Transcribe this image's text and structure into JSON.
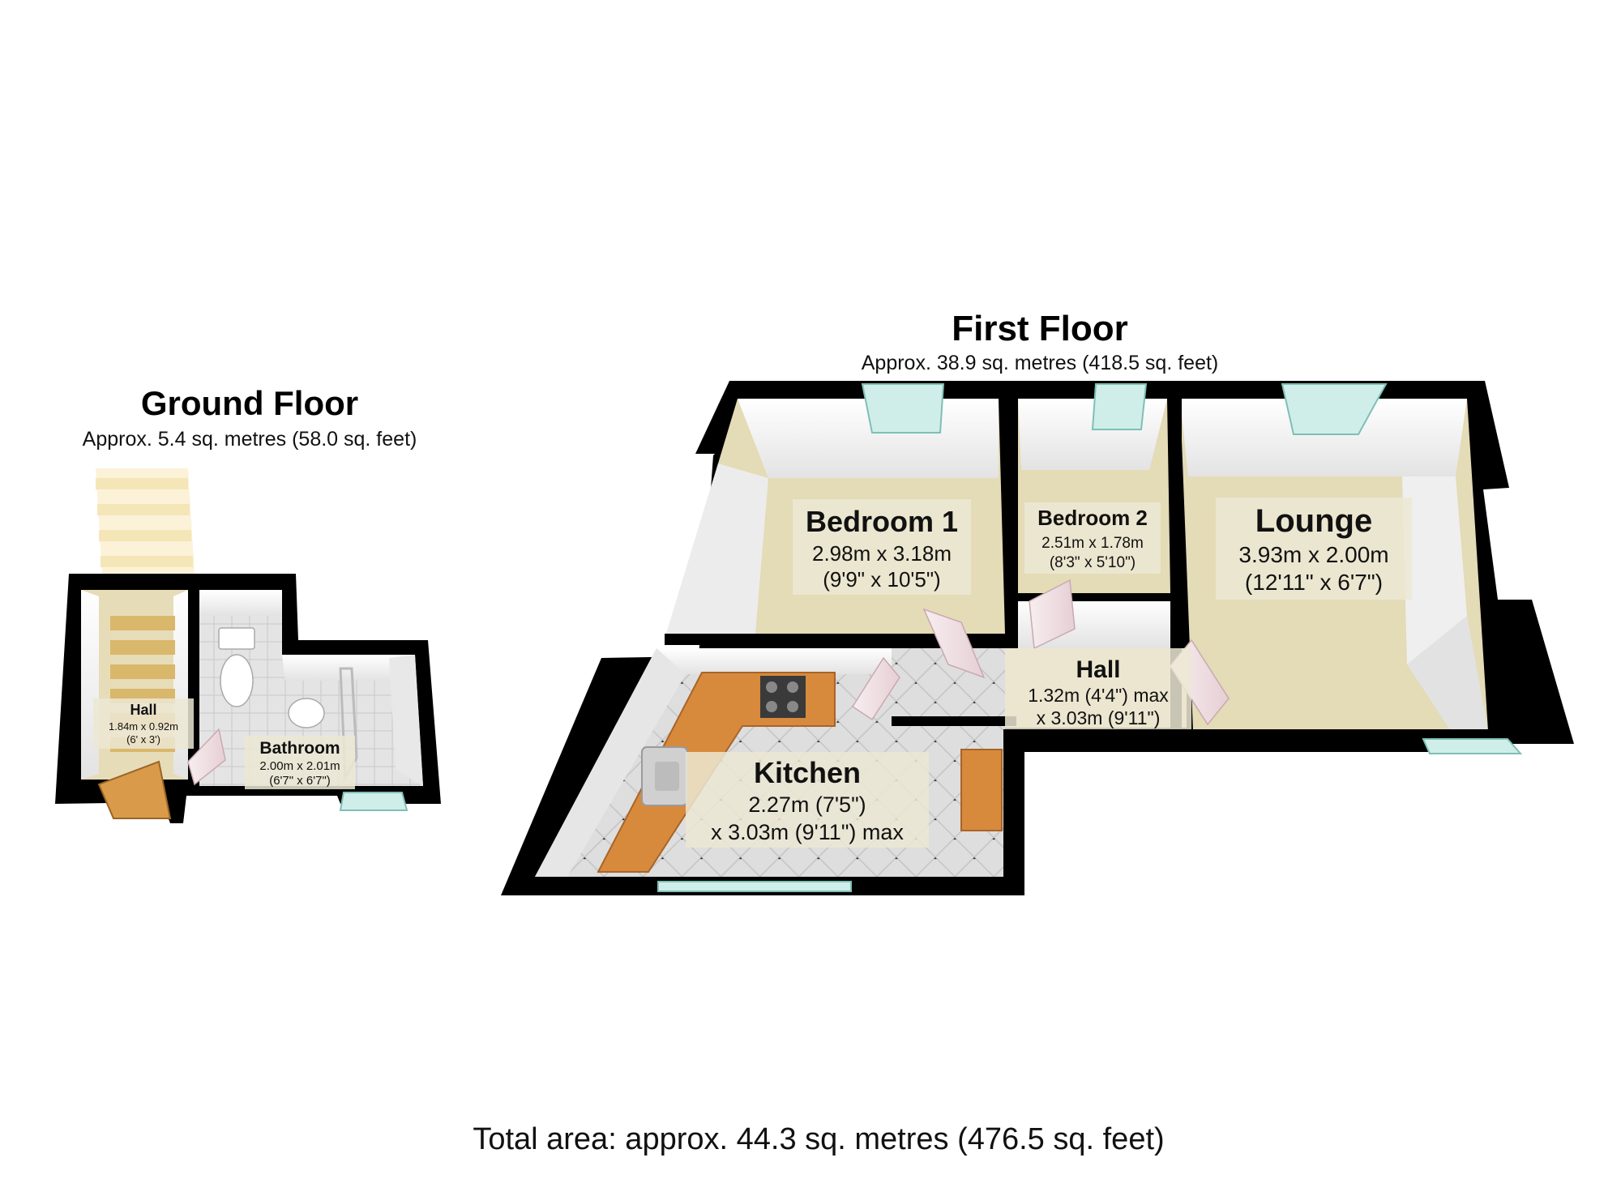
{
  "ground_floor": {
    "title": "Ground Floor",
    "area": "Approx. 5.4 sq. metres (58.0 sq. feet)",
    "rooms": [
      {
        "name": "Hall",
        "dim1": "1.84m x 0.92m",
        "dim2": "(6' x 3')"
      },
      {
        "name": "Bathroom",
        "dim1": "2.00m x 2.01m",
        "dim2": "(6'7\" x 6'7\")"
      }
    ]
  },
  "first_floor": {
    "title": "First Floor",
    "area": "Approx. 38.9 sq. metres (418.5 sq. feet)",
    "rooms": [
      {
        "name": "Bedroom 1",
        "dim1": "2.98m x 3.18m",
        "dim2": "(9'9\" x 10'5\")"
      },
      {
        "name": "Bedroom 2",
        "dim1": "2.51m x 1.78m",
        "dim2": "(8'3\" x 5'10\")"
      },
      {
        "name": "Lounge",
        "dim1": "3.93m x 2.00m",
        "dim2": "(12'11\" x 6'7\")"
      },
      {
        "name": "Hall",
        "dim1": "1.32m (4'4\") max",
        "dim2": "x 3.03m (9'11\")"
      },
      {
        "name": "Kitchen",
        "dim1": "2.27m (7'5\")",
        "dim2": "x 3.03m (9'11\") max"
      }
    ]
  },
  "total_area": "Total area: approx. 44.3 sq. metres (476.5 sq. feet)",
  "colors": {
    "wall": "#000000",
    "carpet": "#e2dab8",
    "floor_tile": "#dcdcdc",
    "worktop": "#d78a3b",
    "window": "#cfeeea",
    "door": "#f3e1e4"
  }
}
